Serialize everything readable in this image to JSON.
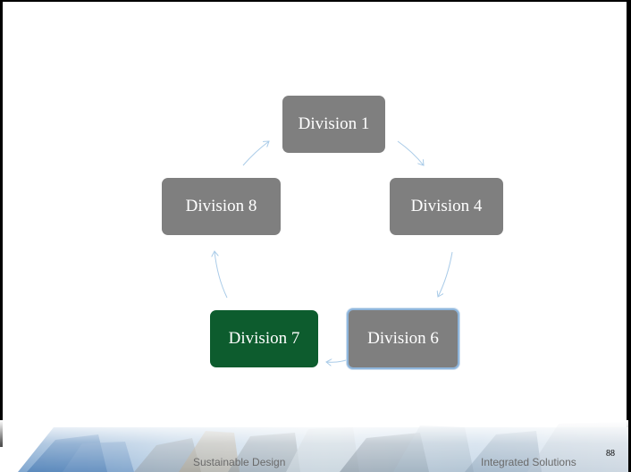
{
  "nodes": [
    {
      "id": "division-1",
      "label": "Division 1"
    },
    {
      "id": "division-4",
      "label": "Division 4"
    },
    {
      "id": "division-6",
      "label": "Division 6"
    },
    {
      "id": "division-7",
      "label": "Division 7"
    },
    {
      "id": "division-8",
      "label": "Division 8"
    }
  ],
  "footer": {
    "left_text": "Sustainable Design",
    "right_text": "Integrated Solutions",
    "page_number": "88"
  },
  "colors": {
    "node_default": "#7f7f7f",
    "node_highlight": "#0d5c2e",
    "arrow": "#a9cbe8",
    "selection_border": "#8fb6dc"
  }
}
